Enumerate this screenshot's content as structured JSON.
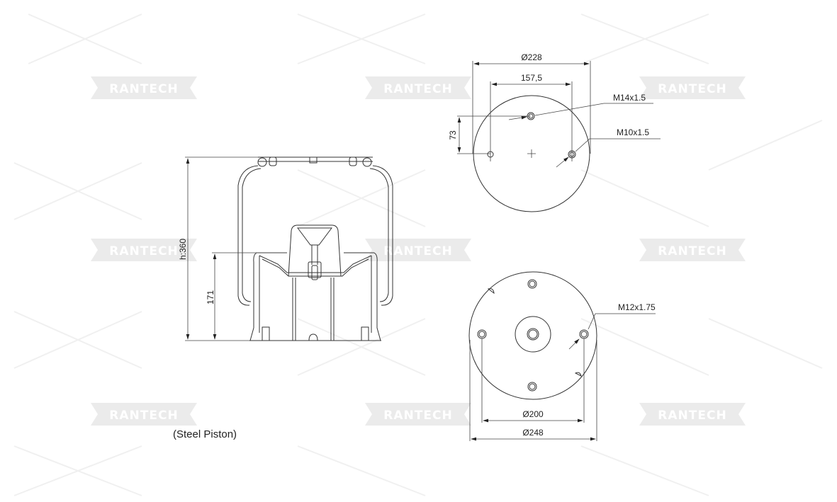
{
  "watermark": {
    "brand": "RANTECH"
  },
  "side_view": {
    "height_label": "h:360",
    "piston_height_label": "171",
    "caption": "(Steel Piston)"
  },
  "top_view": {
    "outer_diameter_label": "Ø228",
    "bolt_spacing_label": "157,5",
    "offset_label": "73",
    "thread_center_label": "M14x1.5",
    "thread_side_label": "M10x1.5"
  },
  "bottom_view": {
    "bolt_circle_label": "Ø200",
    "outer_diameter_label": "Ø248",
    "thread_label": "M12x1.75"
  },
  "colors": {
    "line": "#333333",
    "watermark": "#ebebeb"
  }
}
